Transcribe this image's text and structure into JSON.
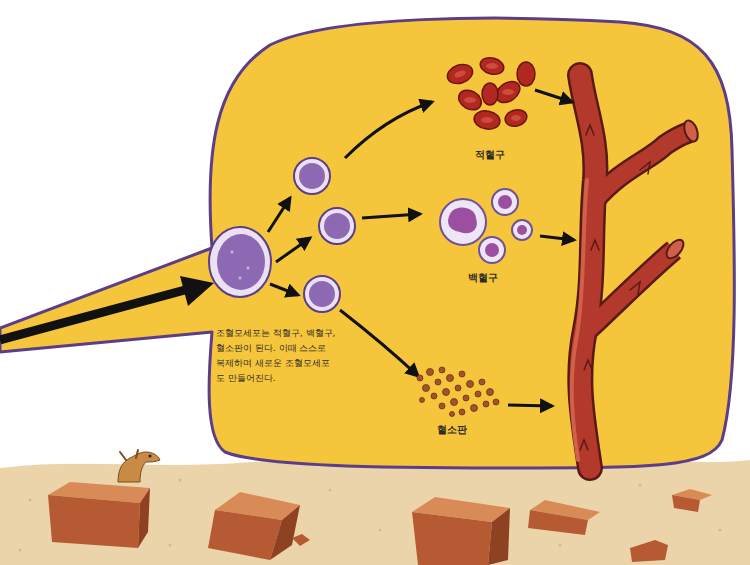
{
  "diagram": {
    "nodes": [
      {
        "text": [
          "조혈모세포는 적혈구, 백혈구, 혈소판이 된다. 이때 스스로 복제하며 새로운 조혈모세포도 만들어진다."
        ]
      },
      {
        "text": [
          "적혈구"
        ],
        "in": 0
      },
      {
        "text": [
          "백혈구"
        ],
        "in": 0
      },
      {
        "text": [
          "혈소판"
        ],
        "in": 0
      }
    ]
  }
}
